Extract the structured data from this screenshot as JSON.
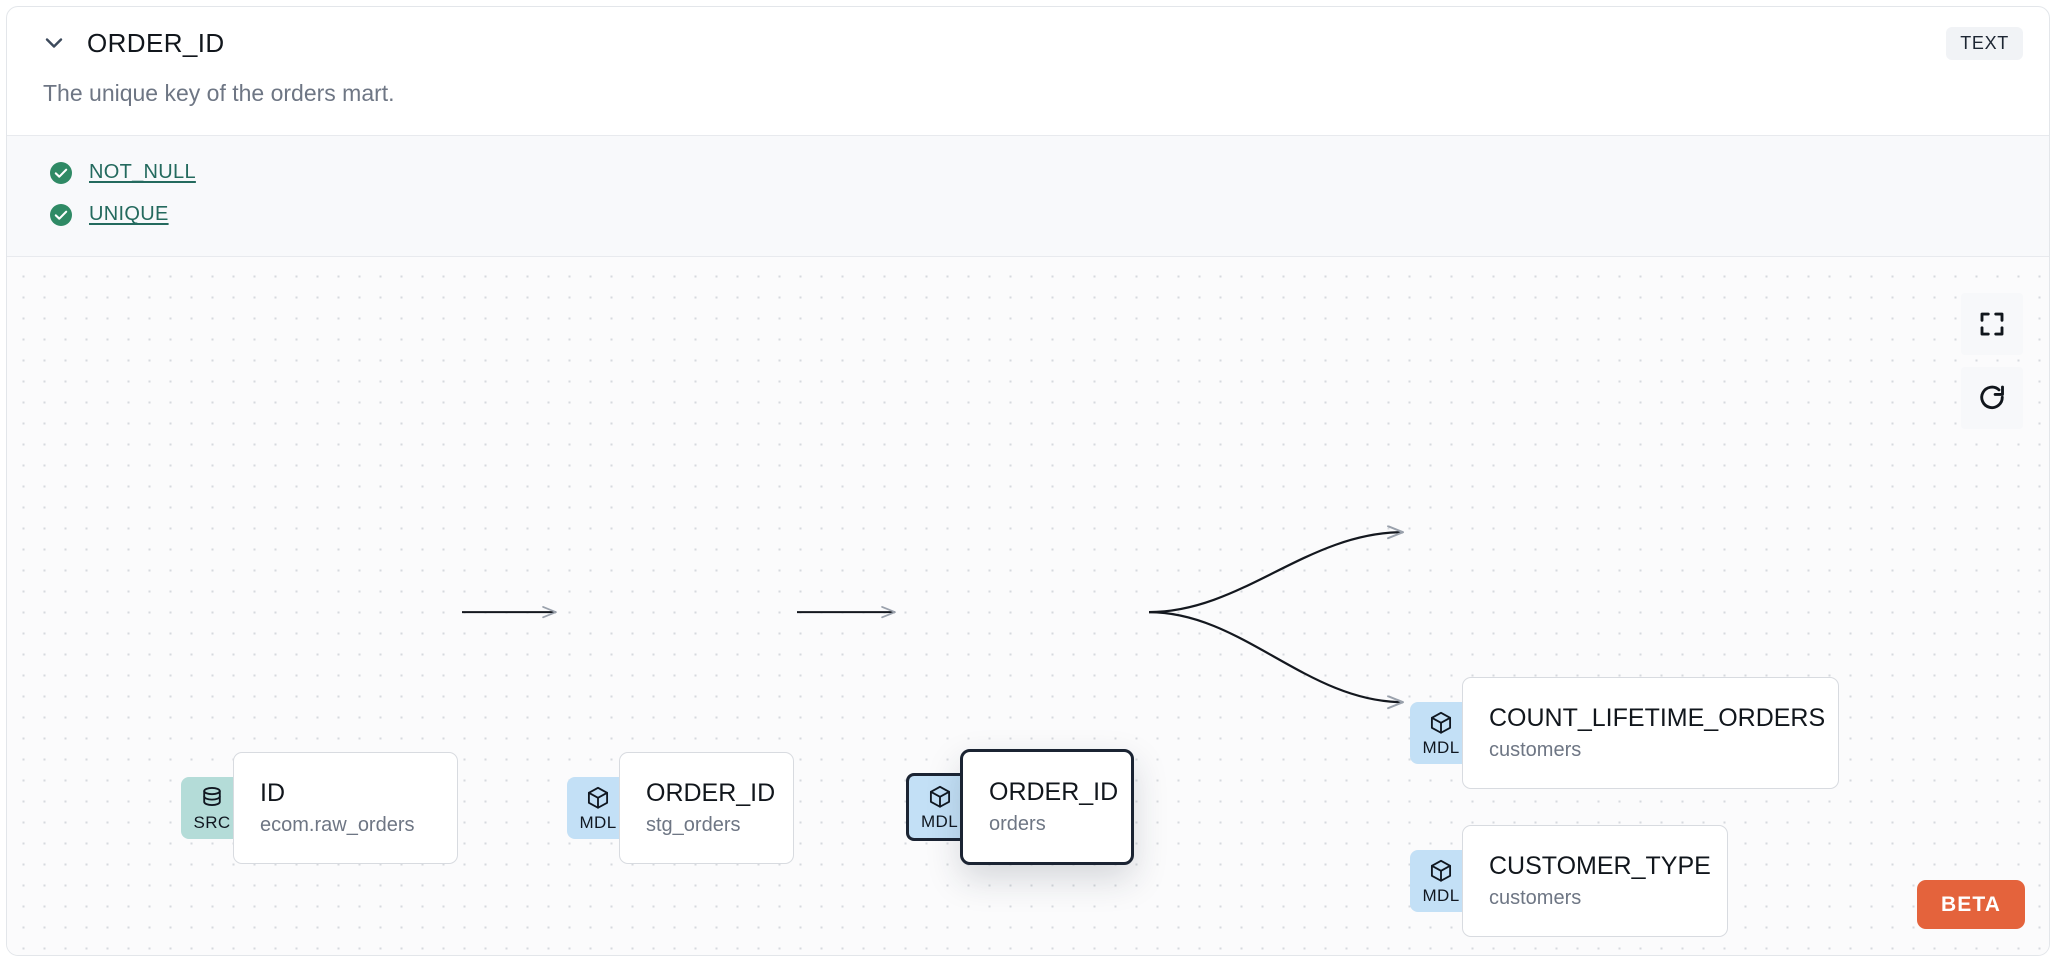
{
  "header": {
    "chevron_icon": "chevron-down-icon",
    "column_name": "ORDER_ID",
    "data_type_badge": "TEXT"
  },
  "description": "The unique key of the orders mart.",
  "tests": {
    "items": [
      {
        "status_icon": "check-circle-icon",
        "label": "NOT_NULL",
        "status": "passed"
      },
      {
        "status_icon": "check-circle-icon",
        "label": "UNIQUE",
        "status": "passed"
      }
    ]
  },
  "lineage": {
    "nodes": [
      {
        "id": "src-id",
        "badge": "SRC",
        "badge_icon": "database-icon",
        "name": "ID",
        "sub": "ecom.raw_orders",
        "selected": false
      },
      {
        "id": "mdl-stg-orders",
        "badge": "MDL",
        "badge_icon": "cube-icon",
        "name": "ORDER_ID",
        "sub": "stg_orders",
        "selected": false
      },
      {
        "id": "mdl-orders",
        "badge": "MDL",
        "badge_icon": "cube-icon",
        "name": "ORDER_ID",
        "sub": "orders",
        "selected": true
      },
      {
        "id": "mdl-count-lifetime-orders",
        "badge": "MDL",
        "badge_icon": "cube-icon",
        "name": "COUNT_LIFETIME_ORDERS",
        "sub": "customers",
        "selected": false
      },
      {
        "id": "mdl-customer-type",
        "badge": "MDL",
        "badge_icon": "cube-icon",
        "name": "CUSTOMER_TYPE",
        "sub": "customers",
        "selected": false
      }
    ],
    "edges": [
      {
        "from": "src-id",
        "to": "mdl-stg-orders"
      },
      {
        "from": "mdl-stg-orders",
        "to": "mdl-orders"
      },
      {
        "from": "mdl-orders",
        "to": "mdl-count-lifetime-orders"
      },
      {
        "from": "mdl-orders",
        "to": "mdl-customer-type"
      }
    ],
    "controls": [
      {
        "name": "fit-view-button",
        "icon": "expand-icon"
      },
      {
        "name": "refresh-button",
        "icon": "refresh-icon"
      }
    ],
    "beta_label": "BETA"
  },
  "colors": {
    "source_badge": "#b4dcd8",
    "model_badge": "#c3e0f6",
    "test_pass": "#2f8a65",
    "test_link": "#246a5e",
    "beta": "#e4633c",
    "selected_border": "#1b2433"
  }
}
